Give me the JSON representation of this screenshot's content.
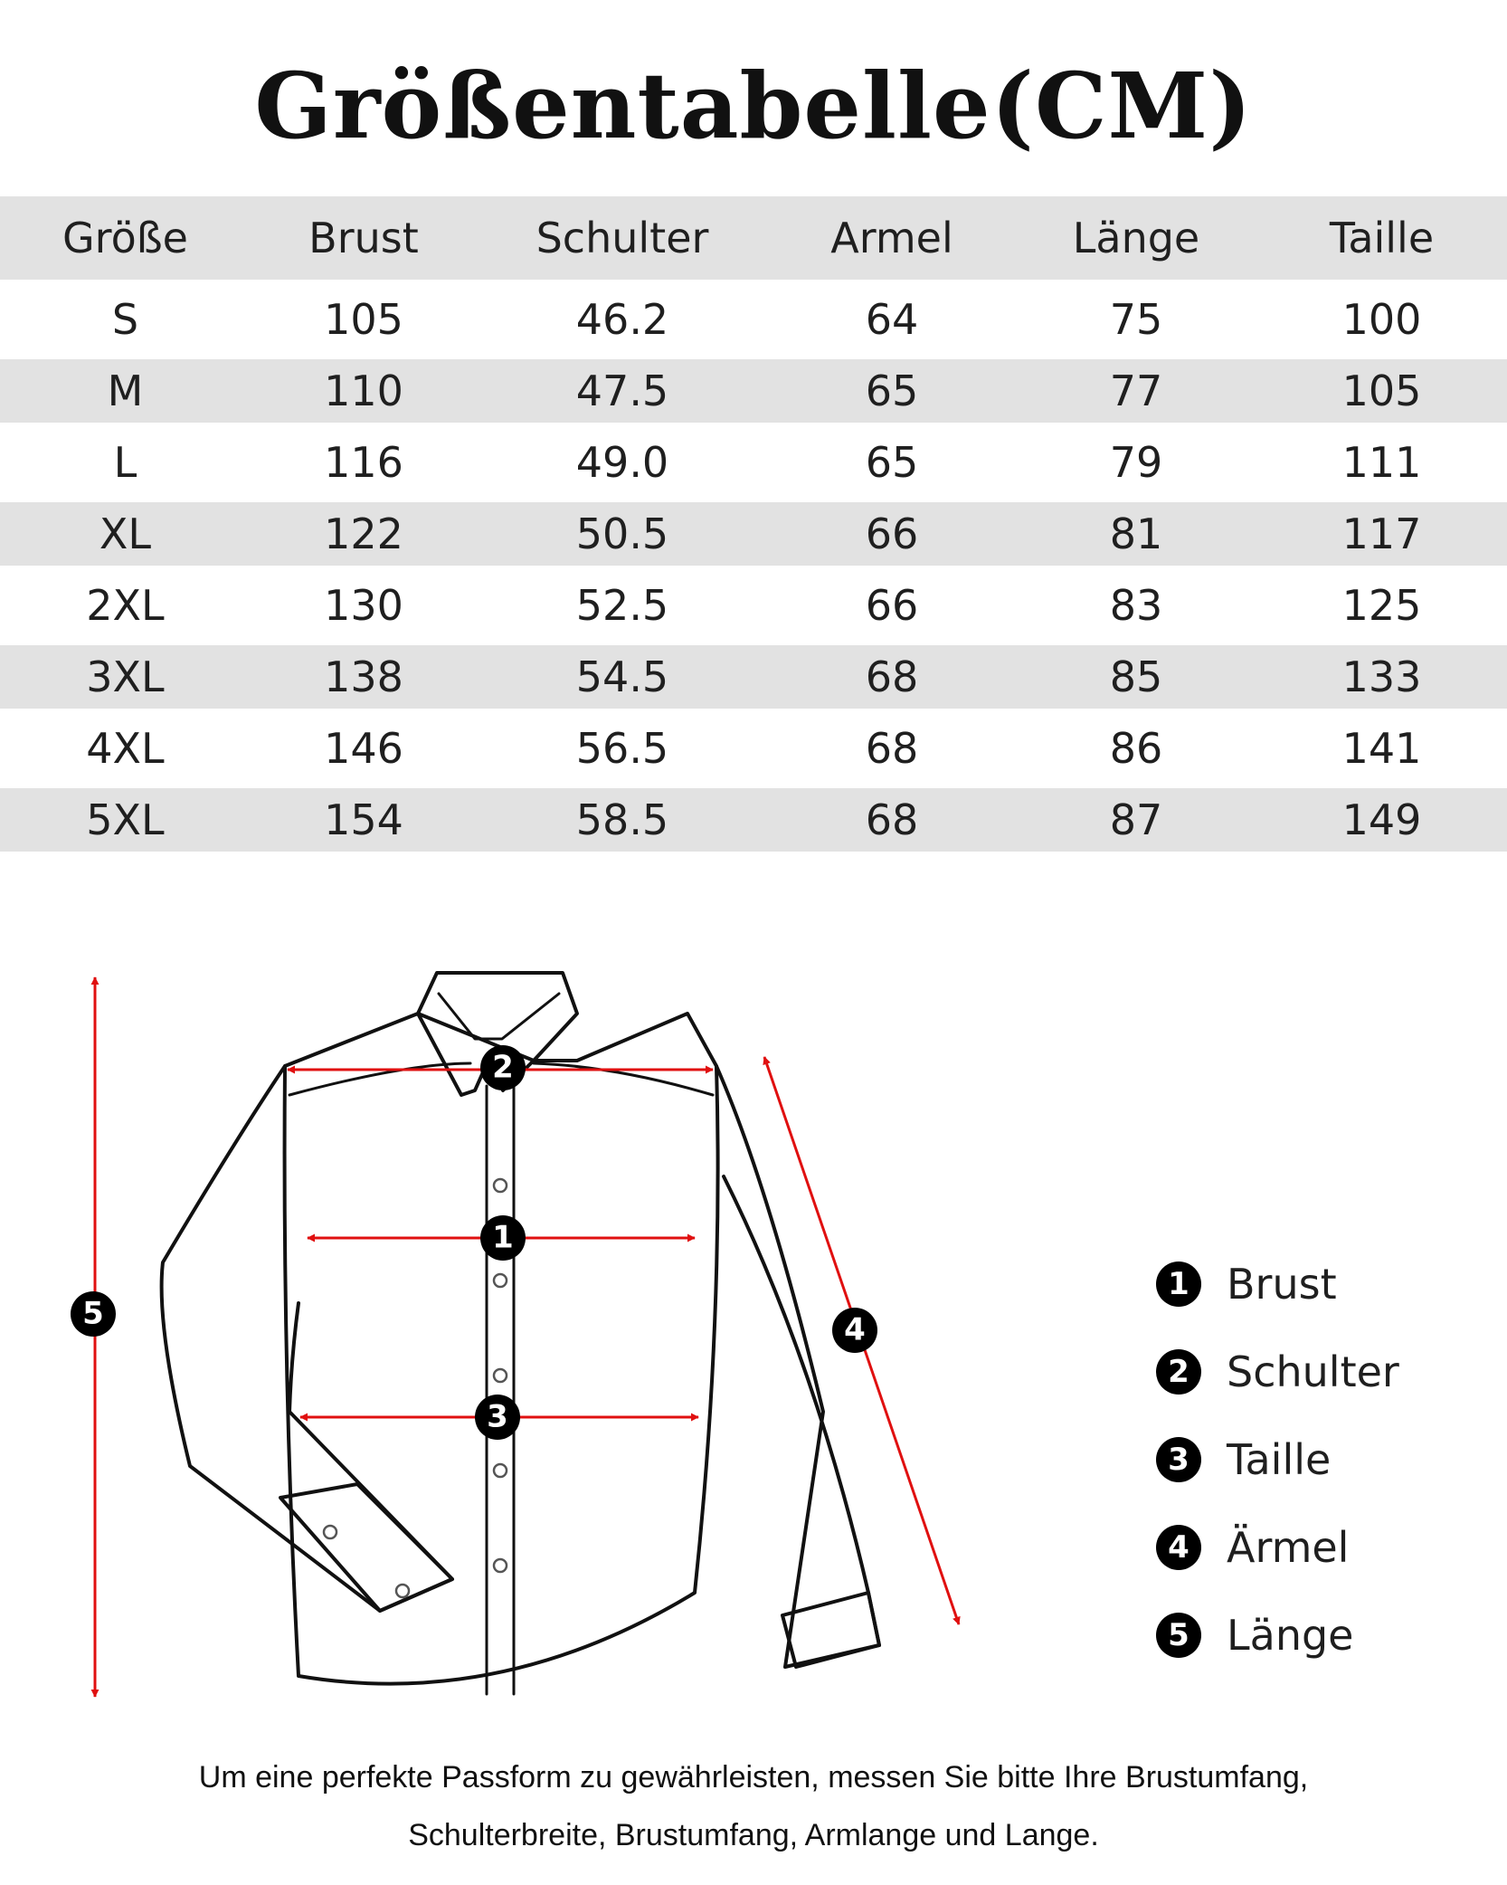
{
  "title": "Größentabelle(CM)",
  "table": {
    "headers": [
      "Größe",
      "Brust",
      "Schulter",
      "Armel",
      "Länge",
      "Taille"
    ],
    "rows": [
      [
        "S",
        "105",
        "46.2",
        "64",
        "75",
        "100"
      ],
      [
        "M",
        "110",
        "47.5",
        "65",
        "77",
        "105"
      ],
      [
        "L",
        "116",
        "49.0",
        "65",
        "79",
        "111"
      ],
      [
        "XL",
        "122",
        "50.5",
        "66",
        "81",
        "117"
      ],
      [
        "2XL",
        "130",
        "52.5",
        "66",
        "83",
        "125"
      ],
      [
        "3XL",
        "138",
        "54.5",
        "68",
        "85",
        "133"
      ],
      [
        "4XL",
        "146",
        "56.5",
        "68",
        "86",
        "141"
      ],
      [
        "5XL",
        "154",
        "58.5",
        "68",
        "87",
        "149"
      ]
    ]
  },
  "diagram": {
    "markers": [
      "1",
      "2",
      "3",
      "4",
      "5"
    ],
    "arrow_color": "#e01010"
  },
  "legend": [
    {
      "number": "1",
      "label": "Brust"
    },
    {
      "number": "2",
      "label": "Schulter"
    },
    {
      "number": "3",
      "label": "Taille"
    },
    {
      "number": "4",
      "label": "Ärmel"
    },
    {
      "number": "5",
      "label": "Länge"
    }
  ],
  "note": {
    "line1": "Um eine perfekte Passform zu gewährleisten, messen Sie bitte Ihre Brustumfang,",
    "line2": "Schulterbreite, Brustumfang, Armlange und Lange."
  }
}
